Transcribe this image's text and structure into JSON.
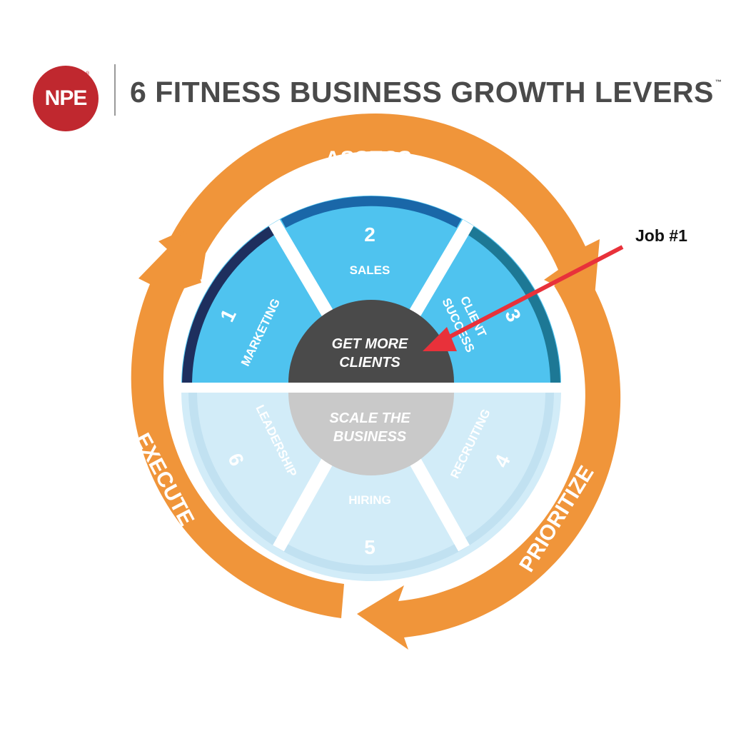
{
  "header": {
    "logo_text": "NPE",
    "logo_mark": "®",
    "title": "6 FITNESS BUSINESS GROWTH LEVERS",
    "trademark": "™"
  },
  "cycle": {
    "stages": [
      "ASSESS",
      "PRIORITIZE",
      "EXECUTE"
    ],
    "color": "#f0953a"
  },
  "wheel": {
    "top_center": "GET MORE CLIENTS",
    "top_center_lines": [
      "GET MORE",
      "CLIENTS"
    ],
    "bottom_center": "SCALE THE BUSINESS",
    "bottom_center_lines": [
      "SCALE THE",
      "BUSINESS"
    ],
    "levers": [
      {
        "number": "1",
        "label": "MARKETING"
      },
      {
        "number": "2",
        "label": "SALES"
      },
      {
        "number": "3",
        "label": "CLIENT SUCCESS",
        "label_lines": [
          "CLIENT",
          "SUCCESS"
        ]
      },
      {
        "number": "4",
        "label": "RECRUITING"
      },
      {
        "number": "5",
        "label": "HIRING"
      },
      {
        "number": "6",
        "label": "LEADERSHIP"
      }
    ],
    "colors": {
      "top_fill": "#4fc3ef",
      "bottom_fill": "#d2ecf8",
      "center_top": "#4a4a4a",
      "center_bottom": "#c9c9c9",
      "rim_1": "#1e2f5e",
      "rim_2": "#1a67a8",
      "rim_3": "#1d7895"
    }
  },
  "annotation": {
    "label": "Job #1",
    "color": "#e8313a"
  }
}
